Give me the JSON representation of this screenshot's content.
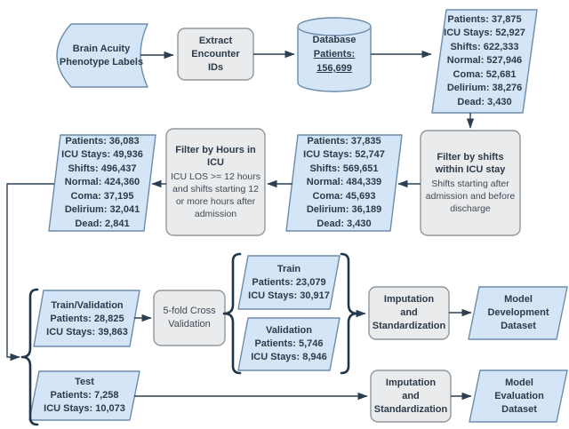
{
  "colors": {
    "data_node_fill": "#d4e5f7",
    "data_node_stroke": "#6d8cab",
    "process_node_fill": "#e9ebed",
    "process_node_stroke": "#90979d",
    "connector": "#2c3e52",
    "text": "#2e3b49"
  },
  "nodes": {
    "phenotype_labels": {
      "lines": [
        "Brain Acuity",
        "Phenotype Labels"
      ]
    },
    "extract_ids": {
      "lines": [
        "Extract",
        "Encounter",
        "IDs"
      ]
    },
    "database": {
      "lines": [
        "Database",
        "Patients:",
        "156,699"
      ]
    },
    "cohort_initial": {
      "lines": [
        "Patients: 37,875",
        "ICU Stays: 52,927",
        "Shifts: 622,333",
        "Normal: 527,946",
        "Coma: 52,681",
        "Delirium: 38,276",
        "Dead: 3,430"
      ]
    },
    "filter_shifts": {
      "title": "Filter by shifts within ICU stay",
      "body": "Shifts starting after admission and before discharge"
    },
    "cohort_after_shift_filter": {
      "lines": [
        "Patients: 37,835",
        "ICU Stays: 52,747",
        "Shifts: 569,651",
        "Normal: 484,339",
        "Coma: 45,693",
        "Delirium: 36,189",
        "Dead: 3,430"
      ]
    },
    "filter_hours": {
      "title": "Filter by Hours in ICU",
      "body": "ICU LOS >= 12 hours and shifts starting 12 or more hours after admission"
    },
    "cohort_after_hours_filter": {
      "lines": [
        "Patients: 36,083",
        "ICU Stays: 49,936",
        "Shifts: 496,437",
        "Normal: 424,360",
        "Coma: 37,195",
        "Delirium: 32,041",
        "Dead: 2,841"
      ]
    },
    "train_validation": {
      "lines": [
        "Train/Validation",
        "Patients: 28,825",
        "ICU Stays: 39,863"
      ]
    },
    "cross_validation": {
      "lines": [
        "5-fold Cross",
        "Validation"
      ]
    },
    "train": {
      "lines": [
        "Train",
        "Patients: 23,079",
        "ICU Stays: 30,917"
      ]
    },
    "validation": {
      "lines": [
        "Validation",
        "Patients: 5,746",
        "ICU Stays: 8,946"
      ]
    },
    "imputation_dev": {
      "lines": [
        "Imputation",
        "and",
        "Standardization"
      ]
    },
    "model_dev": {
      "lines": [
        "Model",
        "Development",
        "Dataset"
      ]
    },
    "test": {
      "lines": [
        "Test",
        "Patients: 7,258",
        "ICU Stays: 10,073"
      ]
    },
    "imputation_eval": {
      "lines": [
        "Imputation",
        "and",
        "Standardization"
      ]
    },
    "model_eval": {
      "lines": [
        "Model",
        "Evaluation",
        "Dataset"
      ]
    }
  }
}
